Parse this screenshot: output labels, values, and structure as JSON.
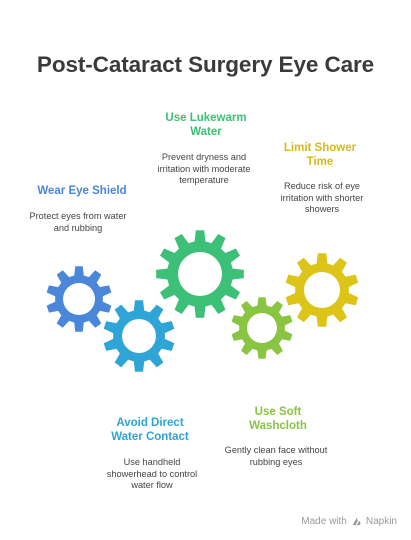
{
  "title": "Post-Cataract Surgery Eye Care",
  "steps": [
    {
      "title": "Wear Eye Shield",
      "desc": "Protect eyes from water and rubbing",
      "color": "#4a86d9"
    },
    {
      "title": "Avoid Direct Water Contact",
      "desc": "Use handheld showerhead to control water flow",
      "color": "#2fa4d6"
    },
    {
      "title": "Use Lukewarm Water",
      "desc": "Prevent dryness and irritation with moderate temperature",
      "color": "#3cbf76"
    },
    {
      "title": "Use Soft Washcloth",
      "desc": "Gently clean face without rubbing eyes",
      "color": "#89c442"
    },
    {
      "title": "Limit Shower Time",
      "desc": "Reduce risk of eye irritation with shorter showers",
      "color": "#dcc418"
    }
  ],
  "footer": {
    "made_with": "Made with",
    "brand": "Napkin"
  }
}
